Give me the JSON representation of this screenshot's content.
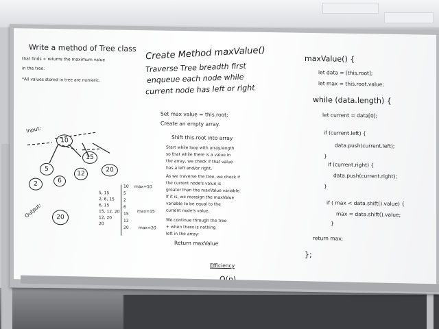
{
  "problem": {
    "line1": "Write a method of Tree class",
    "line2": "that finds + returns the maximum value",
    "line3": "in the tree.",
    "line4": "*All values stored in tree are numeric."
  },
  "tree": {
    "input_label": "Input:",
    "output_label": "Output:",
    "nodes": [
      "10",
      "5",
      "15",
      "2",
      "6",
      "12",
      "20"
    ],
    "output_value": "20"
  },
  "trace": {
    "col1": [
      "5, 15",
      "2, 6, 15",
      "6, 15",
      "15, 12, 20",
      "12, 20",
      "20"
    ],
    "col2": [
      "10",
      "5",
      "2",
      "6",
      "15",
      "12",
      "20"
    ],
    "col3": [
      "max=10",
      "max=15",
      "max=20"
    ]
  },
  "approach": {
    "title": "Create Method maxValue()",
    "line2": "Traverse Tree breadth first",
    "line3": "enqueue each node while",
    "line4": "current node has left or right"
  },
  "steps": {
    "s1": "Set max value = this.root;",
    "s2": "Create an empty array.",
    "s3": "Shift this.root into array",
    "p1": "Start while loop with array.length",
    "p2": "so that while there is a value in",
    "p3": "the array, we check if that value",
    "p4": "has a left and/or right.",
    "p5": "As we traverse the tree, we check if",
    "p6": "the current node's value is",
    "p7": "greater than the maxValue variable.",
    "p8": "If it is, we reassign the maxValue",
    "p9": "variable to be equal to the",
    "p10": "current node's value.",
    "p11": "We continue through the tree",
    "p12": "+ when there is nothing",
    "p13": "left in the array:",
    "p14": "Return maxValue"
  },
  "efficiency": {
    "label": "Efficiency",
    "value": "O(n)"
  },
  "code": {
    "l1": "maxValue() {",
    "l2": "let data = [this.root];",
    "l3": "let max = this.root.value;",
    "l4": "while (data.length) {",
    "l5": "let current = data[0];",
    "l6": "if (current.left) {",
    "l7": "data.push(current.left);",
    "l8": "}",
    "l9": "if (current.right) {",
    "l10": "data.push(current.right);",
    "l11": "}",
    "l12": "if ( max < data.shift().value) {",
    "l13": "max = data.shift().value;",
    "l14": "}",
    "l15": "return max;",
    "l16": "};"
  }
}
